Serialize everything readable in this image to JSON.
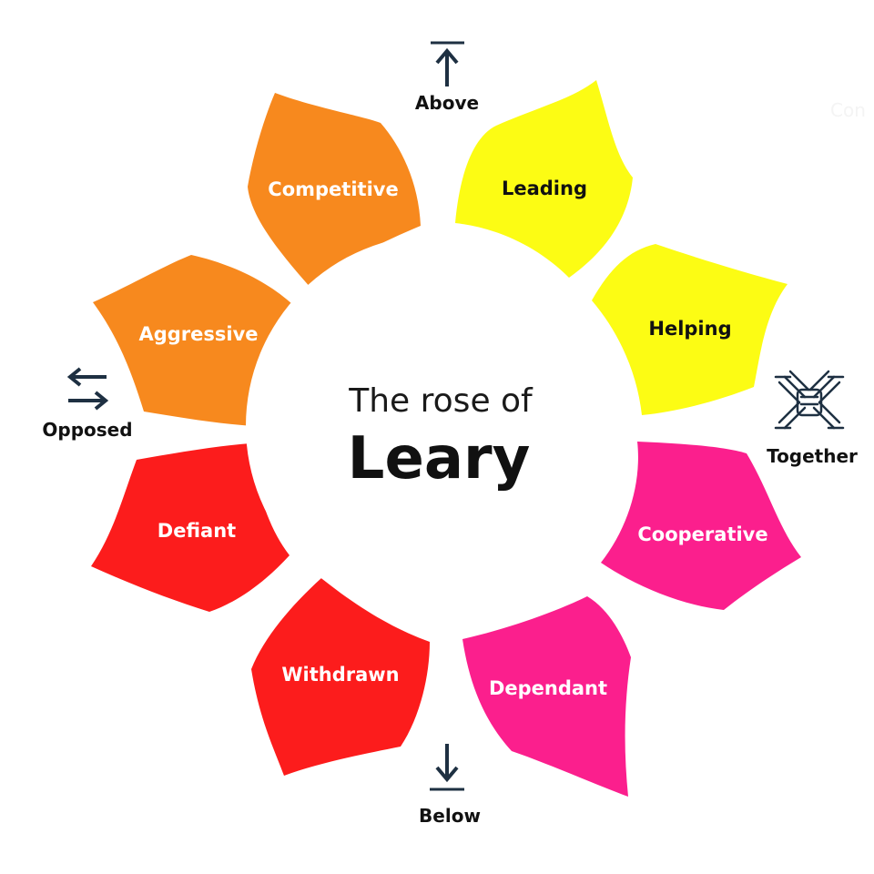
{
  "title": {
    "line1": "The rose of",
    "line2": "Leary"
  },
  "petals": [
    {
      "label": "Competitive",
      "color": "#f7891e",
      "text_color": "#ffffff"
    },
    {
      "label": "Leading",
      "color": "#fcfc14",
      "text_color": "#111111"
    },
    {
      "label": "Helping",
      "color": "#fcfc14",
      "text_color": "#111111"
    },
    {
      "label": "Cooperative",
      "color": "#fb1f8d",
      "text_color": "#ffffff"
    },
    {
      "label": "Dependant",
      "color": "#fb1f8d",
      "text_color": "#ffffff"
    },
    {
      "label": "Withdrawn",
      "color": "#fc1c1c",
      "text_color": "#ffffff"
    },
    {
      "label": "Defiant",
      "color": "#fc1c1c",
      "text_color": "#ffffff"
    },
    {
      "label": "Aggressive",
      "color": "#f7891e",
      "text_color": "#ffffff"
    }
  ],
  "axes": {
    "above": {
      "label": "Above",
      "icon": "arrow-up-icon"
    },
    "below": {
      "label": "Below",
      "icon": "arrow-down-icon"
    },
    "opposed": {
      "label": "Opposed",
      "icon": "opposing-arrows-icon"
    },
    "together": {
      "label": "Together",
      "icon": "joined-hands-icon"
    }
  },
  "watermark": "Con",
  "colors": {
    "icon": "#1e3042",
    "text": "#111111"
  }
}
